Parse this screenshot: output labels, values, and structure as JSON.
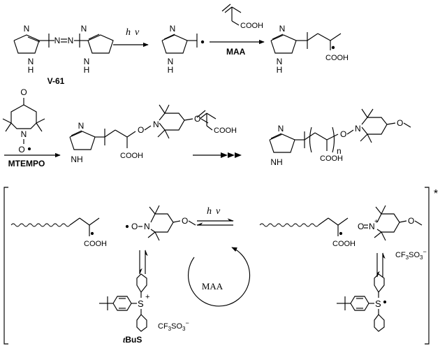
{
  "atoms": {
    "n": "N",
    "nh": "NH",
    "h": "H",
    "o": "O",
    "cooh": "COOH",
    "s": "S",
    "n_plus": "N",
    "charge_plus": "+",
    "o_dot": "O",
    "o_eq": "O"
  },
  "labels": {
    "v61": "V-61",
    "maa_bold": "MAA",
    "mtempo": "MTEMPO",
    "tbus_prefix": "t",
    "tbus_rest": "BuS",
    "maa_cycle": "MAA",
    "subscript_n": "n",
    "asterisk": "*"
  },
  "reagents": {
    "hv_h": "h",
    "hv_nu": "ν",
    "cf3so3_a": "CF",
    "cf3so3_sub3": "3",
    "cf3so3_so": "SO",
    "cf3so3_minus": "−"
  },
  "colors": {
    "ink": "#000000",
    "background": "#ffffff"
  }
}
